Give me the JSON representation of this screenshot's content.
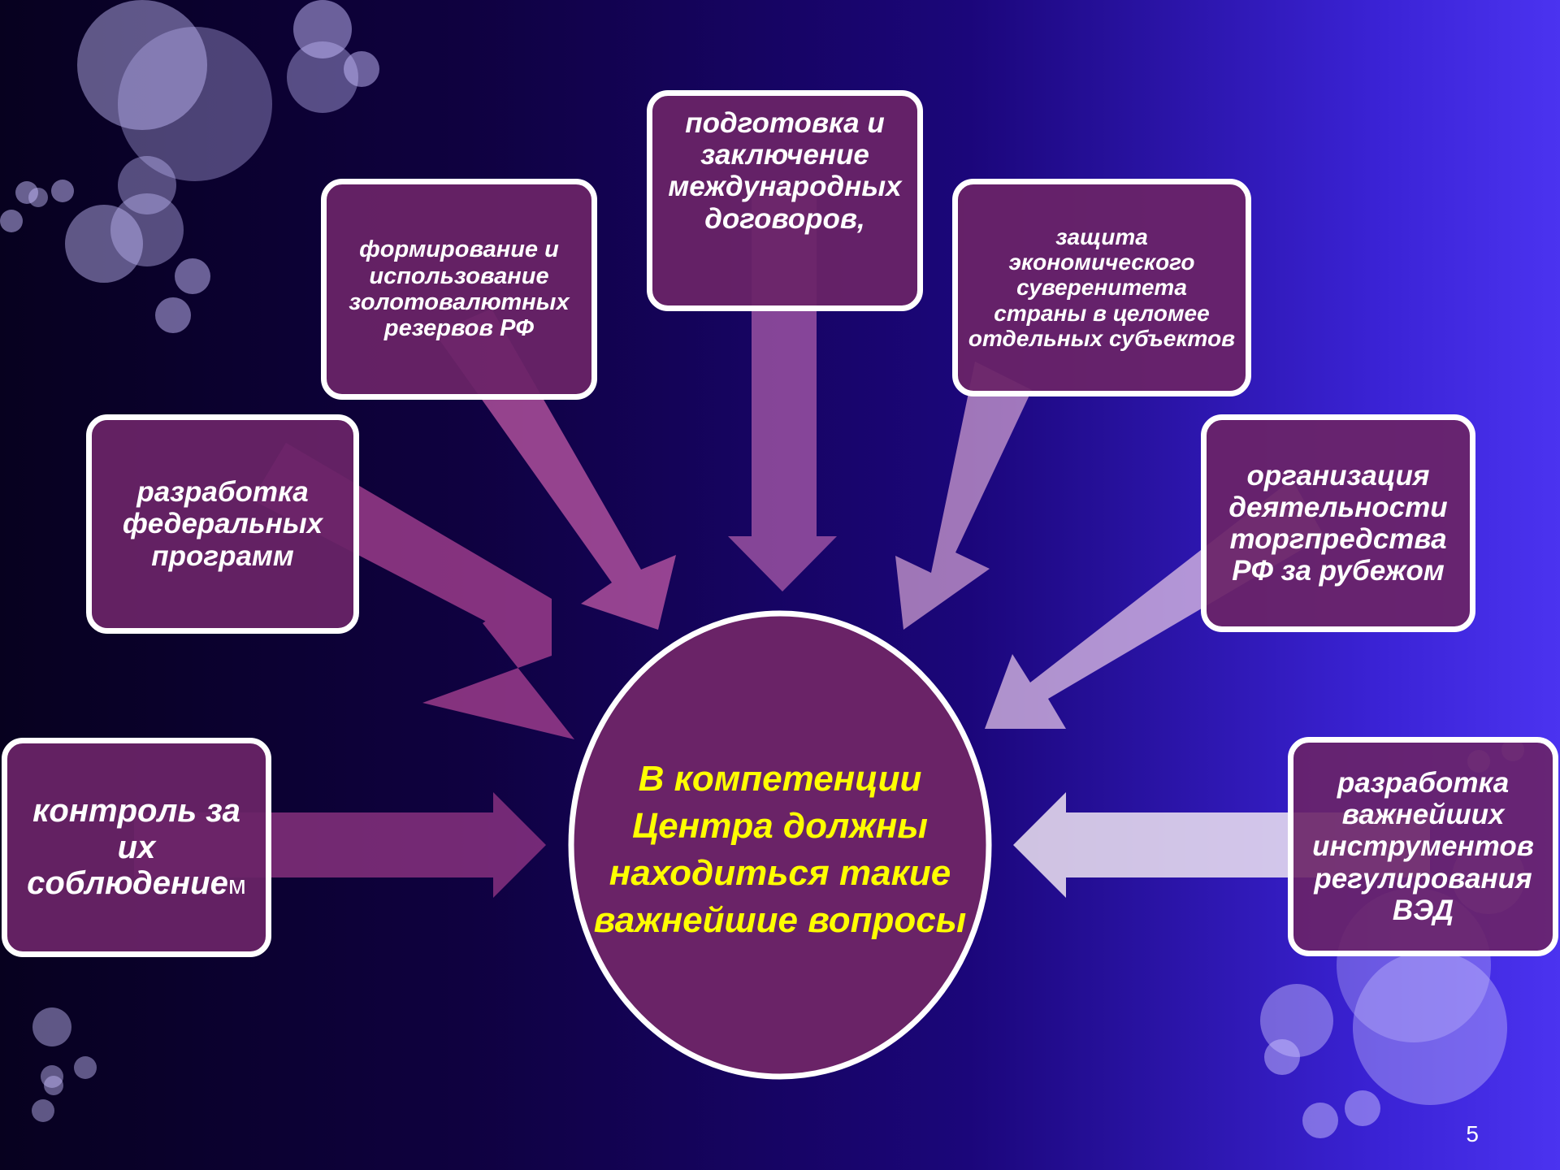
{
  "center": {
    "lines": [
      "В компетенции",
      "Центра должны",
      "находиться такие",
      "важнейшие вопросы"
    ]
  },
  "boxes": {
    "control": {
      "main": "контроль за их соблюдение",
      "suffix": "м"
    },
    "fed_programs": "разработка федеральных программ",
    "reserves": "формирование и использование золотовалютных резервов РФ",
    "treaties": "подготовка и заключение международных договоров,",
    "sovereignty": "защита экономического суверенитета страны в целомее отдельных субъектов",
    "trade_mission": "организация деятельности торгпредства РФ за рубежом",
    "instruments": "разработка важнейших инструментов регулирования ВЭД"
  },
  "page_number": "5",
  "colors": {
    "box_fill": "#6a2367",
    "center_fill": "#6a2367",
    "center_text": "#ffff00",
    "border": "#ffffff"
  }
}
